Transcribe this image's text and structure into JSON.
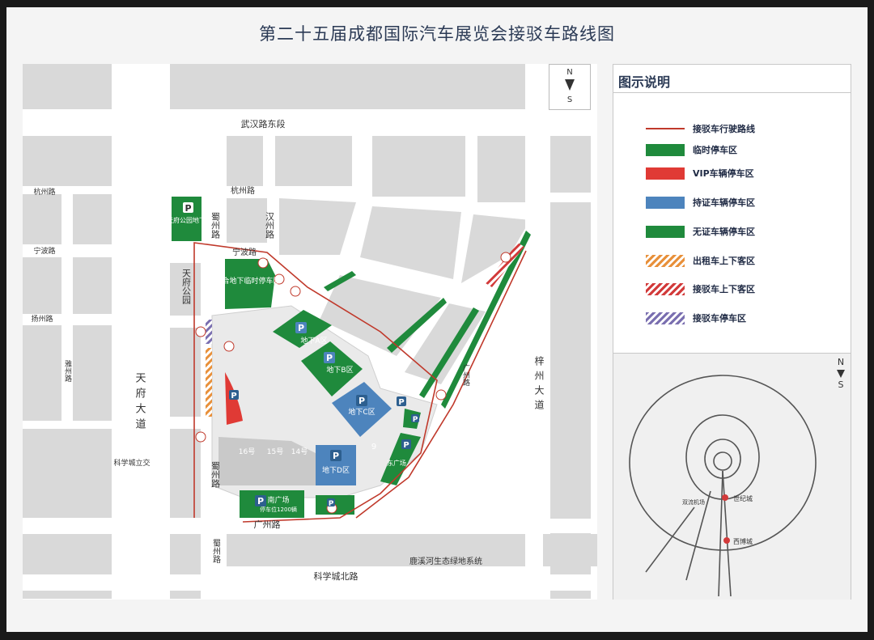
{
  "title": "第二十五届成都国际汽车展览会接驳车路线图",
  "compass": {
    "north": "N",
    "south": "S"
  },
  "roads": {
    "wuhan": "武汉路东段",
    "hangzhou_w": "杭州路",
    "hangzhou_e": "杭州路",
    "ningbo_w": "宁波路",
    "ningbo_e": "宁波路",
    "yangzhou": "扬州路",
    "tianfu_ave": "天府大道",
    "zizhou_ave": "梓州大道",
    "shuzhou_n": "蜀州路",
    "shuzhou_s": "蜀州路",
    "shuzhou_far": "蜀州路",
    "hanzhou": "汉州路",
    "guangzhou": "广州路",
    "guangzhou_e": "广州路",
    "kexuecheng_n": "科学城北路",
    "kexuecheng_lj": "科学城立交",
    "yazhou": "雅州路",
    "tianfu_park": "天府公园",
    "luxi_green": "鹿溪河生态绿地系统"
  },
  "zones": {
    "tianfu_p": "天府公园地下",
    "shuzhou_temp": "蜀合地下临时停车区",
    "underground_a": "地下A区",
    "underground_b": "地下B区",
    "underground_c": "地下C区",
    "underground_d": "地下D区",
    "south_square": "南广场",
    "south_square_sub": "停车位1200辆",
    "east_square": "东广场",
    "halls": [
      "16号",
      "15号",
      "14号"
    ],
    "hall_9": "9"
  },
  "legend": {
    "title": "图示说明",
    "items": [
      {
        "label": "接驳车行驶路线",
        "type": "line",
        "color": "#c0392b"
      },
      {
        "label": "临时停车区",
        "type": "solid",
        "color": "#1f8a3c"
      },
      {
        "label": "VIP车辆停车区",
        "type": "solid",
        "color": "#e03a35"
      },
      {
        "label": "持证车辆停车区",
        "type": "solid",
        "color": "#4d84bd"
      },
      {
        "label": "无证车辆停车区",
        "type": "solid",
        "color": "#1f8a3c"
      },
      {
        "label": "出租车上下客区",
        "type": "hatch",
        "color": "#e8903a"
      },
      {
        "label": "接驳车上下客区",
        "type": "hatch",
        "color": "#d23a3a"
      },
      {
        "label": "接驳车停车区",
        "type": "hatch",
        "color": "#7a6fb0"
      }
    ]
  },
  "inset": {
    "north": "N",
    "south": "S",
    "place1": "世纪城",
    "place2": "西博城",
    "place3": "双流机场"
  }
}
